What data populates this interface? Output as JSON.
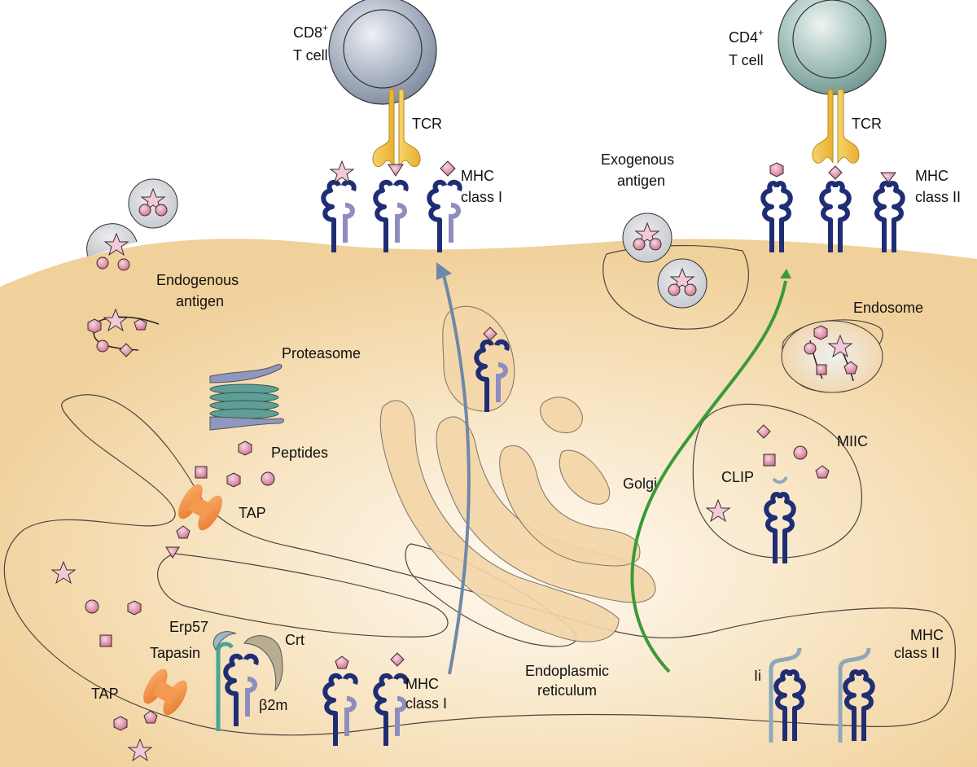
{
  "title": "Antigen presentation pathways: MHC class I and MHC class II",
  "labels": {
    "cd8_t_cell_line1": "CD8",
    "cd8_t_cell_sup": "+",
    "cd8_t_cell_line2": "T cell",
    "cd4_t_cell_line1": "CD4",
    "cd4_t_cell_sup": "+",
    "cd4_t_cell_line2": "T cell",
    "tcr_left": "TCR",
    "tcr_right": "TCR",
    "mhc1_surface_line1": "MHC",
    "mhc1_surface_line2": "class I",
    "mhc2_surface_line1": "MHC",
    "mhc2_surface_line2": "class II",
    "exogenous_line1": "Exogenous",
    "exogenous_line2": "antigen",
    "endogenous_line1": "Endogenous",
    "endogenous_line2": "antigen",
    "proteasome": "Proteasome",
    "peptides": "Peptides",
    "tap_upper": "TAP",
    "tap_lower": "TAP",
    "endosome": "Endosome",
    "miic": "MIIC",
    "clip": "CLIP",
    "golgi": "Golgi",
    "er_line1": "Endoplasmic",
    "er_line2": "reticulum",
    "erp57": "Erp57",
    "crt": "Crt",
    "tapasin": "Tapasin",
    "b2m": "β2m",
    "mhc1_er_line1": "MHC",
    "mhc1_er_line2": "class I",
    "mhc2_er_line1": "MHC",
    "mhc2_er_line2": "class II",
    "ii": "Ii"
  },
  "colors": {
    "cytoplasm": "#f2d4a0",
    "cd8_cell": "#9aa5b8",
    "cd4_cell": "#8fb0ac",
    "tcr": "#f5c54a",
    "mhc_heavy_chain": "#1f2e74",
    "mhc_light_chain": "#8f8cbf",
    "peptide": "#d9829c",
    "tap": "#f08a3c",
    "proteasome": "#5e9e94",
    "class1_pathway_arrow": "#6f88a8",
    "class2_pathway_arrow": "#3a9a38",
    "virus_capsid": "#d4d6da",
    "invariant_chain": "#8fa8b8",
    "tapasin": "#4aa594",
    "calreticulin": "#b8ad90"
  },
  "components": [
    "CD8+ T cell",
    "CD4+ T cell",
    "TCR",
    "MHC class I",
    "MHC class II",
    "Endogenous antigen",
    "Exogenous antigen",
    "Proteasome",
    "Peptides",
    "TAP",
    "Endosome",
    "MIIC",
    "CLIP",
    "Golgi",
    "Endoplasmic reticulum",
    "Erp57",
    "Crt",
    "Tapasin",
    "β2m",
    "Ii"
  ]
}
